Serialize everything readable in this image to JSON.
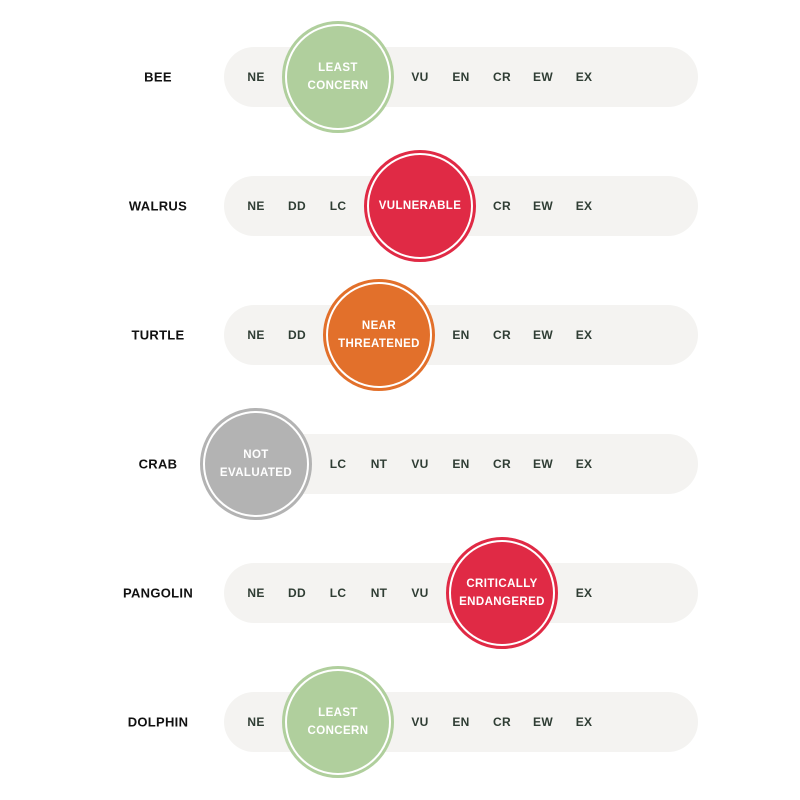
{
  "codes": [
    "NE",
    "DD",
    "LC",
    "NT",
    "VU",
    "EN",
    "CR",
    "EW",
    "EX"
  ],
  "statuses": {
    "NE": {
      "label": "NOT EVALUATED",
      "color": "#b3b3b3"
    },
    "LC": {
      "label": "LEAST CONCERN",
      "color": "#b0cf9d"
    },
    "NT": {
      "label": "NEAR THREATENED",
      "color": "#e2702b"
    },
    "VU": {
      "label": "VULNERABLE",
      "color": "#e02a45"
    },
    "CR": {
      "label": "CRITICALLY ENDANGERED",
      "color": "#e02a45"
    }
  },
  "rows": [
    {
      "animal": "BEE",
      "status": "LC"
    },
    {
      "animal": "WALRUS",
      "status": "VU"
    },
    {
      "animal": "TURTLE",
      "status": "NT"
    },
    {
      "animal": "CRAB",
      "status": "NE"
    },
    {
      "animal": "PANGOLIN",
      "status": "CR"
    },
    {
      "animal": "DOLPHIN",
      "status": "LC"
    }
  ]
}
